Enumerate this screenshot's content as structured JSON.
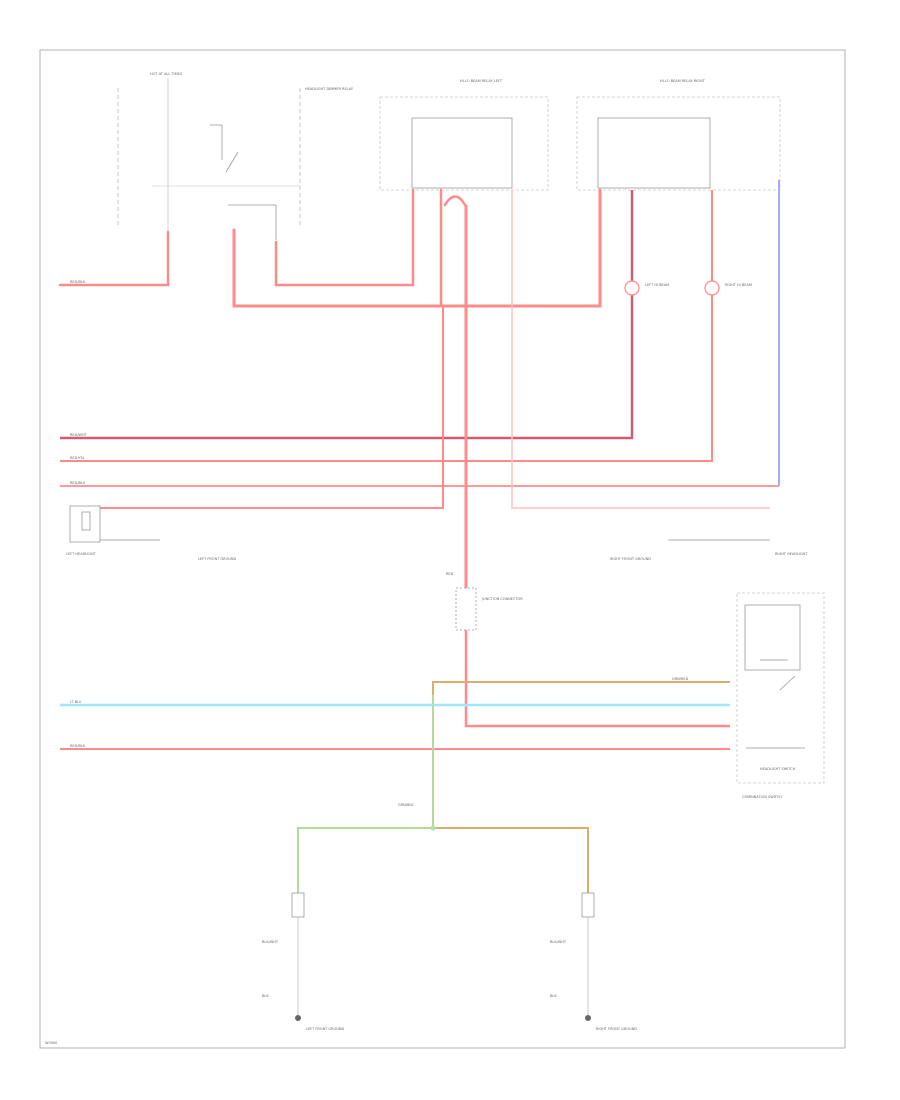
{
  "colors": {
    "red": "#ff8a8a",
    "pink": "#ffc0c0",
    "crimson": "#d45a70",
    "blue": "#a8a8ff",
    "cyan": "#9be8ff",
    "tan": "#d8b06a",
    "green": "#a8e8a8",
    "frame": "#b0b0b0"
  },
  "labels": {
    "page_code": "W0000",
    "ign_switch": "HOT AT ALL TIMES",
    "dimmer_box": "HEADLIGHT DIMMER RELAY",
    "left_relay_title": "HI-LO BEAM RELAY LEFT",
    "right_relay_title": "HI-LO BEAM RELAY RIGHT",
    "left_bulb": "LEFT HEADLIGHT",
    "right_bulb": "RIGHT HEADLIGHT",
    "junction": "JUNCTION CONNECTOR",
    "left_hi_lamp": "LEFT HI BEAM",
    "right_hi_lamp": "RIGHT HI BEAM",
    "left_ground": "LEFT FRONT GROUND",
    "right_ground": "RIGHT FRONT GROUND",
    "bottom_left_ground": "LEFT FRONT GROUND",
    "bottom_right_ground": "RIGHT FRONT GROUND",
    "right_switch_box": "HEADLIGHT SWITCH",
    "right_switch_note": "COMBINATION SWITCH",
    "wire_red": "RED",
    "wire_red_blk": "RED/BLK",
    "wire_red_wht": "RED/WHT",
    "wire_red_yel": "RED/YEL",
    "wire_red_blu": "RED/BLU",
    "wire_lt_blu": "LT BLU",
    "wire_grn": "GRN/BLK",
    "wire_grn_red": "GRN/RED",
    "wire_blk": "BLK",
    "wire_blk_wht": "BLK/WHT"
  }
}
